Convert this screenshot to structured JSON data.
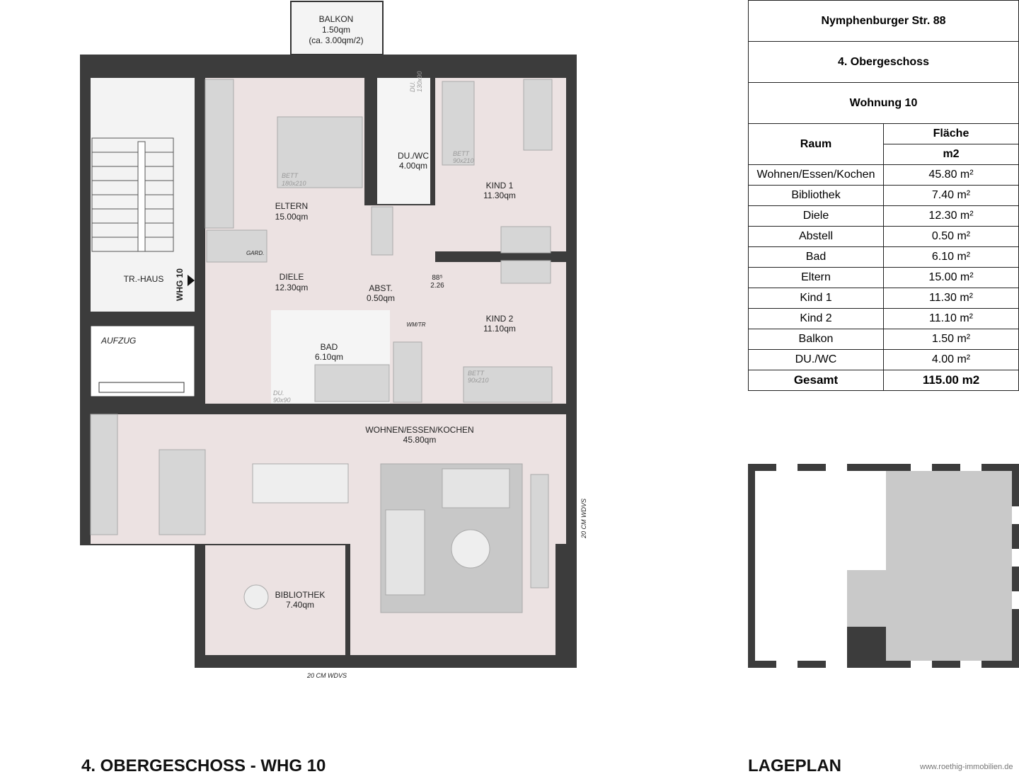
{
  "plan": {
    "title": "4. OBERGESCHOSS - WHG 10",
    "rooms": {
      "balkon": {
        "name": "BALKON",
        "area": "1.50qm",
        "note": "(ca. 3.00qm/2)"
      },
      "eltern": {
        "name": "ELTERN",
        "area": "15.00qm"
      },
      "duwc": {
        "name": "DU./WC",
        "area": "4.00qm"
      },
      "kind1": {
        "name": "KIND 1",
        "area": "11.30qm"
      },
      "kind2": {
        "name": "KIND 2",
        "area": "11.10qm"
      },
      "diele": {
        "name": "DIELE",
        "area": "12.30qm"
      },
      "abst": {
        "name": "ABST.",
        "area": "0.50qm"
      },
      "bad": {
        "name": "BAD",
        "area": "6.10qm"
      },
      "wohnen": {
        "name": "WOHNEN/ESSEN/KOCHEN",
        "area": "45.80qm"
      },
      "bibliothek": {
        "name": "BIBLIOTHEK",
        "area": "7.40qm"
      },
      "trhaus": {
        "name": "TR.-HAUS"
      },
      "aufzug": {
        "name": "AUFZUG"
      }
    },
    "labels": {
      "whg": "WHG 10",
      "gard": "GARD.",
      "wmtr": "WM/TR",
      "door_dim_top": "88⁵",
      "door_dim_bottom": "2.26",
      "bett1": "BETT",
      "bett1_size": "180x210",
      "bett2": "BETT",
      "bett2_size": "90x210",
      "bett3": "BETT",
      "bett3_size": "90x210",
      "du1": "DU.",
      "du1_size": "130x90",
      "du2": "DU.",
      "du2_size": "90x90",
      "wdvs_right": "20 CM WDVS",
      "wdvs_bottom": "20 CM WDVS"
    }
  },
  "table": {
    "address": "Nymphenburger Str. 88",
    "floor": "4. Obergeschoss",
    "unit": "Wohnung 10",
    "col_room": "Raum",
    "col_area": "Fläche",
    "col_unit": "m2",
    "rows": [
      {
        "room": "Wohnen/Essen/Kochen",
        "area": "45.80 m²"
      },
      {
        "room": "Bibliothek",
        "area": "7.40 m²"
      },
      {
        "room": "Diele",
        "area": "12.30 m²"
      },
      {
        "room": "Abstell",
        "area": "0.50 m²"
      },
      {
        "room": "Bad",
        "area": "6.10 m²"
      },
      {
        "room": "Eltern",
        "area": "15.00 m²"
      },
      {
        "room": "Kind 1",
        "area": "11.30 m²"
      },
      {
        "room": "Kind 2",
        "area": "11.10 m²"
      },
      {
        "room": "Balkon",
        "area": "1.50 m²"
      },
      {
        "room": "DU./WC",
        "area": "4.00 m²"
      }
    ],
    "total_label": "Gesamt",
    "total_value": "115.00 m2"
  },
  "lageplan": {
    "title": "LAGEPLAN"
  },
  "footer": {
    "url": "www.roethig-immobilien.de"
  },
  "colors": {
    "wall": "#3c3c3c",
    "floor": "#ece2e2",
    "furniture": "#d8d8d8",
    "highlight": "#c9c9c9"
  }
}
